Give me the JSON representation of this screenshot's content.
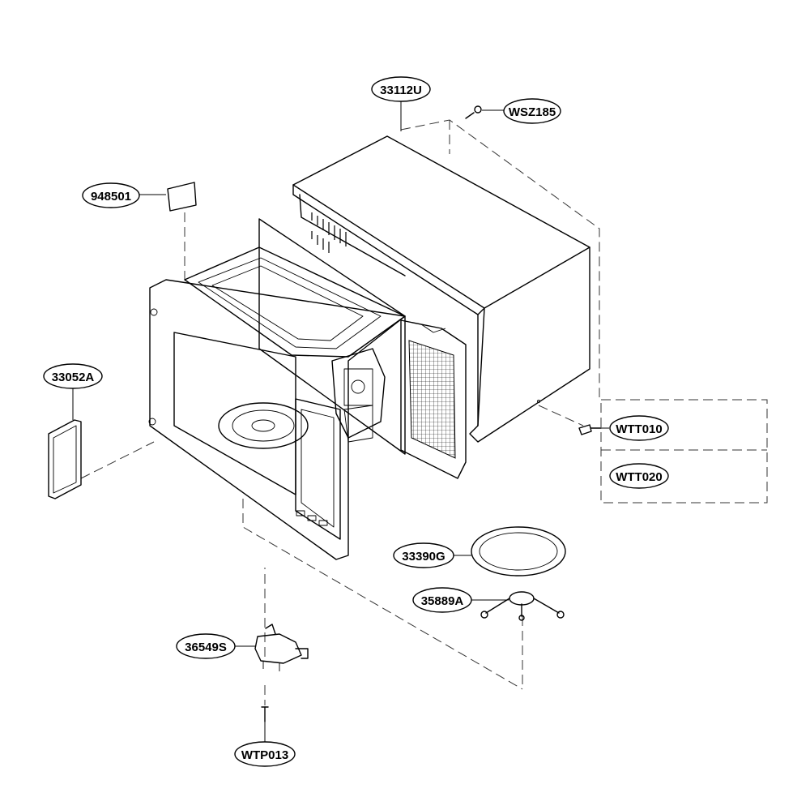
{
  "parts": {
    "outer_case": {
      "code": "33112U"
    },
    "screw_top": {
      "code": "WSZ185"
    },
    "waveguide_cover": {
      "code": "948501"
    },
    "lamp_cover": {
      "code": "33052A"
    },
    "screw_side": {
      "code": "WTT010"
    },
    "screw_side_alt": {
      "code": "WTT020"
    },
    "glass_tray": {
      "code": "33390G"
    },
    "roller_ring": {
      "code": "35889A"
    },
    "turntable_motor": {
      "code": "36549S"
    },
    "motor_screw": {
      "code": "WTP013"
    }
  },
  "colors": {
    "line": "#000000",
    "background": "#ffffff"
  }
}
